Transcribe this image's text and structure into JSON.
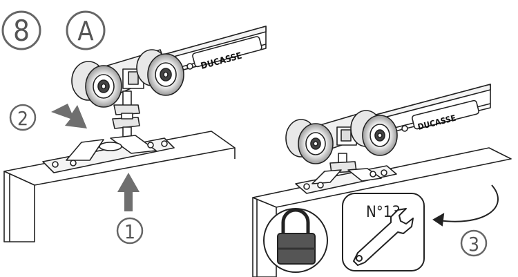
{
  "step_number": "8",
  "variant_letter": "A",
  "callouts": {
    "one": "1",
    "two": "2",
    "three": "3"
  },
  "brand": "DUCASSE",
  "wrench_size_label": "N°13",
  "icons": [
    "lock-icon",
    "wrench-icon"
  ],
  "colors": {
    "ink": "#1a1a1a",
    "arrow": "#6f6f6f",
    "lock_body": "#555555",
    "line": "#222222"
  }
}
